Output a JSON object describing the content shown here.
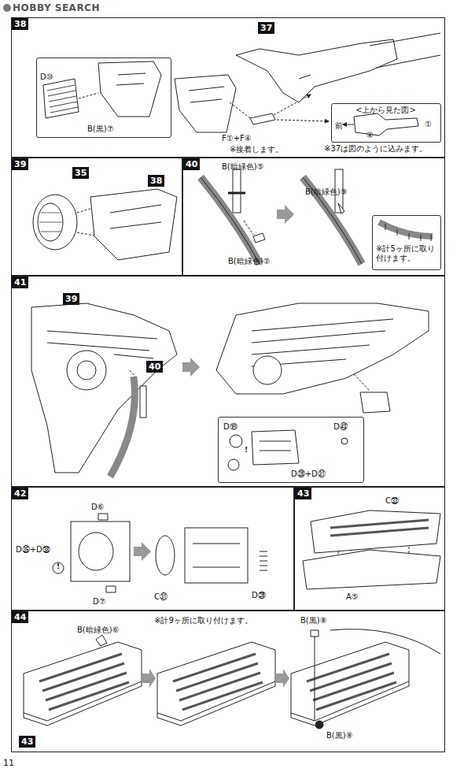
{
  "diagram": {
    "nodes": [
      {
        "text": [
          "38"
        ]
      },
      {
        "text": [
          "D⑩",
          "B(黒)⑦"
        ],
        "in": 0
      },
      {
        "text": [
          "<上から見た図>",
          "前",
          "④",
          "①"
        ],
        "in": 0
      },
      {
        "text": [
          "39"
        ]
      },
      {
        "text": [
          "40"
        ]
      },
      {
        "text": [
          "※計5ヶ所に取り付けます。"
        ],
        "in": 4
      },
      {
        "text": [
          "41"
        ]
      },
      {
        "text": [
          "D⑱",
          "D㉘+D㉛",
          "D㊸",
          "!"
        ],
        "in": 6
      },
      {
        "text": [
          "42"
        ]
      },
      {
        "text": [
          "43"
        ]
      },
      {
        "text": [
          "44"
        ]
      }
    ],
    "labels": [
      "HOBBY SEARCH",
      "37",
      "F①+F④",
      "※接着します。",
      "※37は図のように込みます。",
      "35",
      "38",
      "B(暗緑色)⑤",
      "B(暗緑色)②",
      "B(暗緑色)⑨",
      "39",
      "40",
      "D⑥",
      "D㉟+D㊳",
      "!",
      "D⑦",
      "C㉛",
      "D㉖",
      "C㉝",
      "A⑤",
      "B(暗緑色)⑥",
      "43",
      "※計9ヶ所に取り付けます。",
      "B(黒)⑧",
      "B(黒)⑧",
      "11"
    ]
  }
}
